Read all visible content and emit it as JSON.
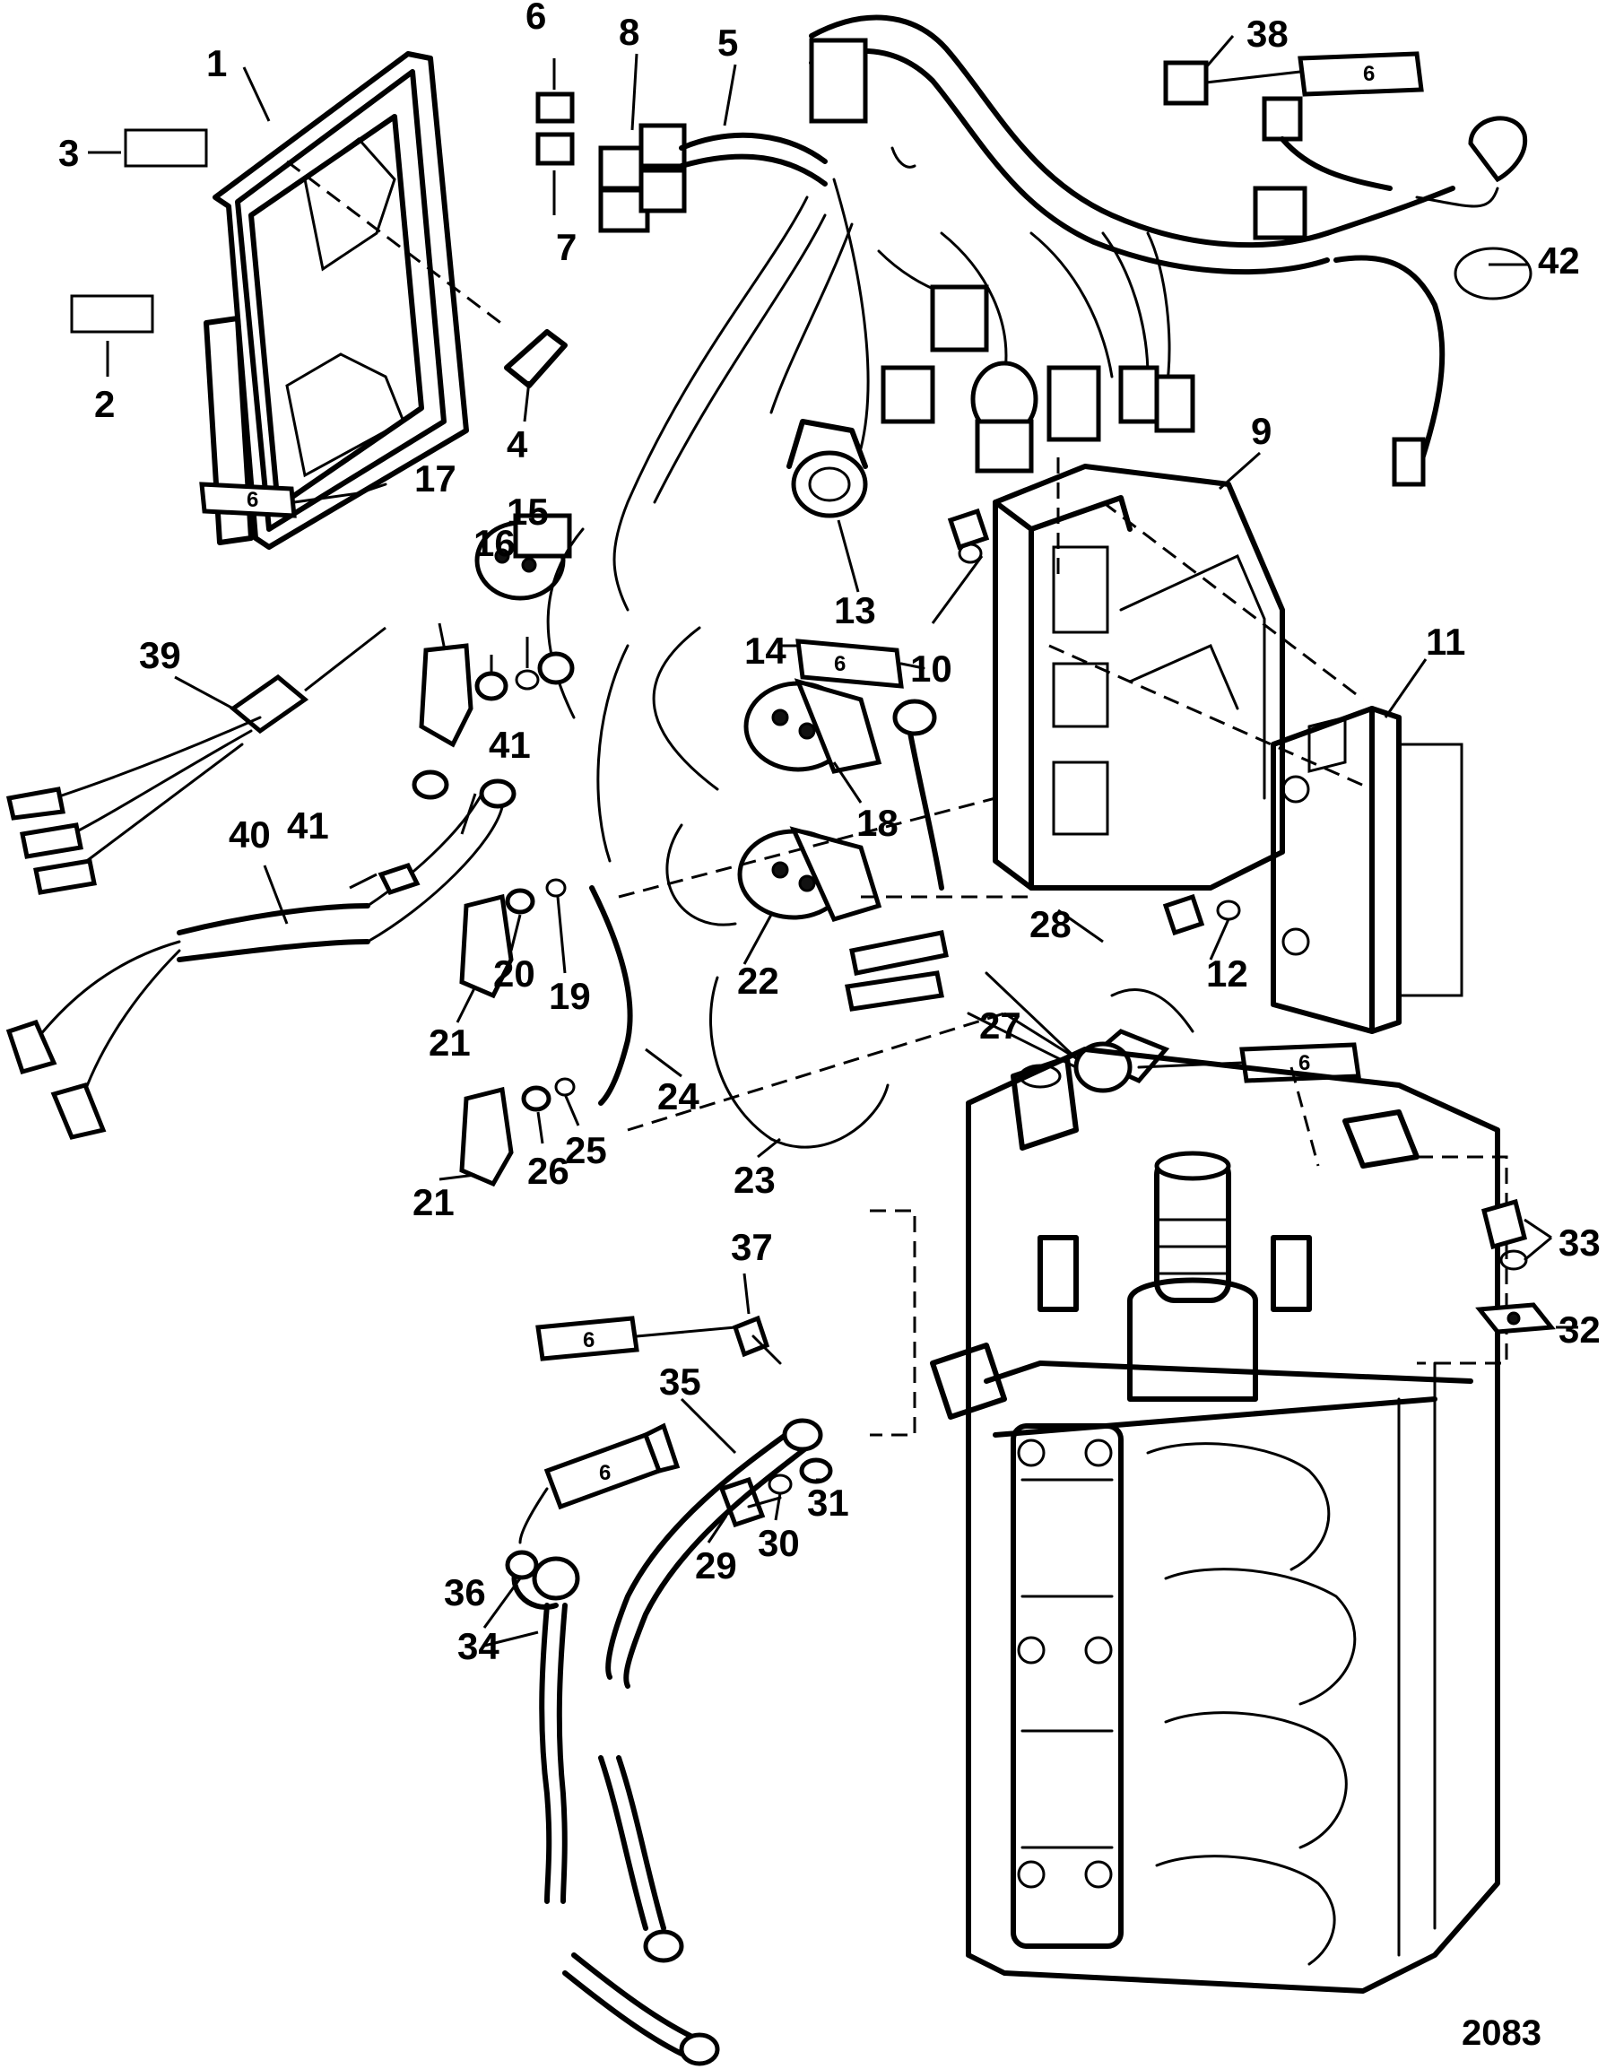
{
  "figure_number": "2083",
  "sealant_tube_label": "6",
  "callouts": [
    {
      "id": "c1",
      "text": "1"
    },
    {
      "id": "c2",
      "text": "2"
    },
    {
      "id": "c3",
      "text": "3"
    },
    {
      "id": "c4",
      "text": "4"
    },
    {
      "id": "c5",
      "text": "5"
    },
    {
      "id": "c6",
      "text": "6"
    },
    {
      "id": "c7",
      "text": "7"
    },
    {
      "id": "c8",
      "text": "8"
    },
    {
      "id": "c9",
      "text": "9"
    },
    {
      "id": "c10",
      "text": "10"
    },
    {
      "id": "c11",
      "text": "11"
    },
    {
      "id": "c12",
      "text": "12"
    },
    {
      "id": "c13",
      "text": "13"
    },
    {
      "id": "c14",
      "text": "14"
    },
    {
      "id": "c15",
      "text": "15"
    },
    {
      "id": "c16",
      "text": "16"
    },
    {
      "id": "c17",
      "text": "17"
    },
    {
      "id": "c18",
      "text": "18"
    },
    {
      "id": "c19",
      "text": "19"
    },
    {
      "id": "c20",
      "text": "20"
    },
    {
      "id": "c21a",
      "text": "21"
    },
    {
      "id": "c21b",
      "text": "21"
    },
    {
      "id": "c22",
      "text": "22"
    },
    {
      "id": "c23",
      "text": "23"
    },
    {
      "id": "c24",
      "text": "24"
    },
    {
      "id": "c25",
      "text": "25"
    },
    {
      "id": "c26",
      "text": "26"
    },
    {
      "id": "c27",
      "text": "27"
    },
    {
      "id": "c28",
      "text": "28"
    },
    {
      "id": "c29",
      "text": "29"
    },
    {
      "id": "c30",
      "text": "30"
    },
    {
      "id": "c31",
      "text": "31"
    },
    {
      "id": "c32",
      "text": "32"
    },
    {
      "id": "c33",
      "text": "33"
    },
    {
      "id": "c34",
      "text": "34"
    },
    {
      "id": "c35",
      "text": "35"
    },
    {
      "id": "c36",
      "text": "36"
    },
    {
      "id": "c37",
      "text": "37"
    },
    {
      "id": "c38",
      "text": "38"
    },
    {
      "id": "c39",
      "text": "39"
    },
    {
      "id": "c40",
      "text": "40"
    },
    {
      "id": "c41a",
      "text": "41"
    },
    {
      "id": "c41b",
      "text": "41"
    },
    {
      "id": "c42",
      "text": "42"
    }
  ]
}
